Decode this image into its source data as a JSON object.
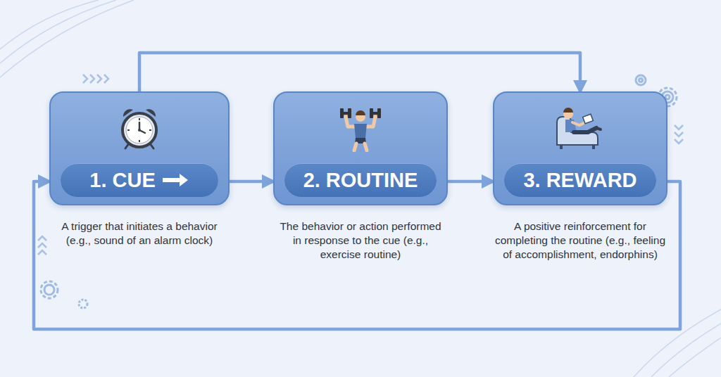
{
  "diagram": {
    "nodes": [
      {
        "text": [
          "1. CUE",
          "A trigger that initiates a behavior (e.g., sound of an alarm clock)"
        ]
      },
      {
        "text": [
          "2. ROUTINE",
          "The behavior or action performed in response to the cue (e.g., exercise routine)"
        ]
      },
      {
        "text": [
          "3. REWARD",
          "A positive reinforcement for completing the routine (e.g., feeling of accomplishment, endorphins)"
        ]
      }
    ],
    "edges": [
      {
        "from": 0,
        "to": 1,
        "arrow": "to"
      },
      {
        "from": 1,
        "to": 2,
        "arrow": "to"
      },
      {
        "from": 0,
        "to": 2,
        "arrow": "to"
      },
      {
        "from": 2,
        "to": 0,
        "arrow": "to"
      }
    ]
  }
}
